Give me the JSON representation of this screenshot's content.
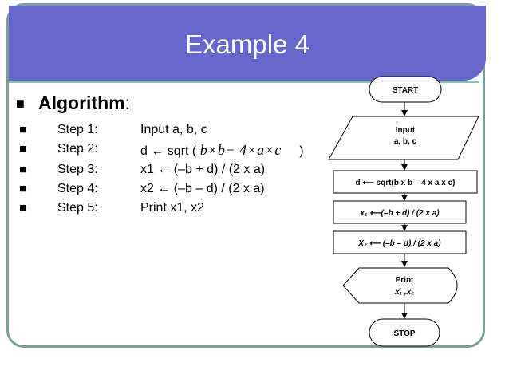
{
  "slide": {
    "title": "Example 4"
  },
  "algorithm": {
    "heading": "Algorithm",
    "colon": ":",
    "steps": [
      {
        "label": "Step 1:",
        "text": "Input a, b, c"
      },
      {
        "label": "Step 2:",
        "text_prefix": "d ← sqrt (",
        "formula": "b×b− 4×a×c",
        "text_suffix": ")"
      },
      {
        "label": "Step 3:",
        "text": "x1 ← (–b + d) / (2 x a)"
      },
      {
        "label": "Step 4:",
        "text": "x2 ← (–b – d) / (2 x a)"
      },
      {
        "label": "Step 5:",
        "text": "Print x1, x2"
      }
    ]
  },
  "flowchart": {
    "start": "START",
    "input_line1": "Input",
    "input_line2": "a, b, c",
    "step_d": "d ⟵ sqrt(b x b – 4 x a x c)",
    "step_x1": "x₁ ⟵(–b + d) / (2 x a)",
    "step_x2": "X₂ ⟵ (–b – d) / (2 x a)",
    "print_line1": "Print",
    "print_line2": "x₁ ,x₂",
    "stop": "STOP"
  },
  "colors": {
    "title_bar": "#6666cc",
    "frame": "#7a9f9a",
    "accent": "#8cbfb9"
  }
}
